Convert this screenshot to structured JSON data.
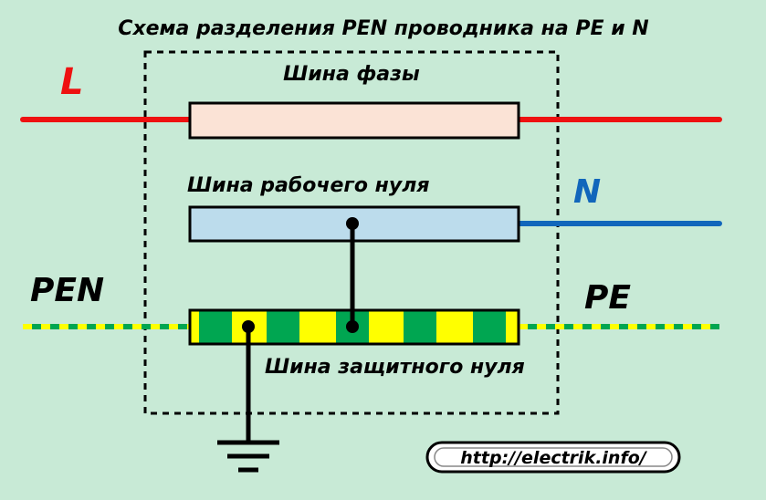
{
  "title": "Схема разделения PEN проводника на PE и N",
  "labels": {
    "phase_bus": "Шина фазы",
    "neutral_bus": "Шина рабочего нуля",
    "pe_bus": "Шина защитного нуля",
    "L": "L",
    "N": "N",
    "PEN": "PEN",
    "PE": "PE",
    "url": "http://electrik.info/"
  },
  "colors": {
    "background": "#c8ead6",
    "phase_line": "#ee1111",
    "phase_bus_fill": "#fbe3d6",
    "neutral_line": "#1166bb",
    "neutral_bus_fill": "#bcdcec",
    "pe_yellow": "#ffff00",
    "pe_green": "#00a651",
    "label_L": "#ee1111",
    "label_N": "#1166bb"
  },
  "icons": {
    "ground": "ground-symbol-icon"
  }
}
